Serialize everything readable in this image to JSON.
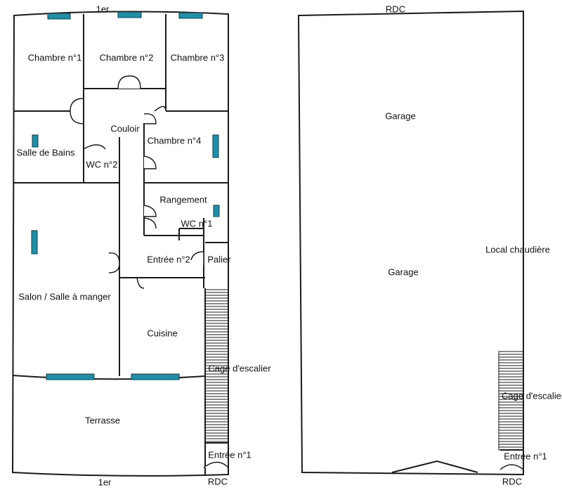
{
  "colors": {
    "window": "#1f8fa8",
    "wall": "#1a1a1a"
  },
  "floor_1er": {
    "top_label": "1er",
    "bottom_label": "1er",
    "rooms": {
      "chambre1": "Chambre n°1",
      "chambre2": "Chambre n°2",
      "chambre3": "Chambre n°3",
      "chambre4": "Chambre n°4",
      "couloir": "Couloir",
      "salle_de_bains": "Salle de Bains",
      "wc2": "WC n°2",
      "rangement": "Rangement",
      "wc1": "WC n°1",
      "entree2": "Entrée n°2",
      "palier": "Palier",
      "salon": "Salon / Salle à manger",
      "cuisine": "Cuisine",
      "terrasse": "Terrasse",
      "cage": "Cage d'escalier",
      "entree1": "Entrée n°1",
      "rdc": "RDC"
    }
  },
  "floor_rdc": {
    "top_label": "RDC",
    "bottom_label": "RDC",
    "rooms": {
      "garage_top": "Garage",
      "garage_mid": "Garage",
      "local": "Local chaudière",
      "cage": "Cage d'escalier",
      "entree1": "Entrée n°1"
    }
  }
}
